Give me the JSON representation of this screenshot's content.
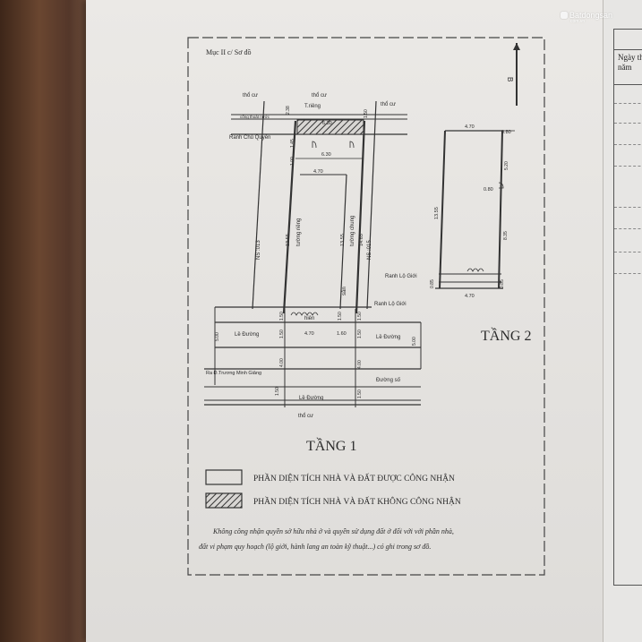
{
  "watermark": {
    "brand": "Batdongsan",
    "sub": "com.vn"
  },
  "section_title": "Mục II c/ Sơ đồ",
  "floor1": {
    "title": "TẦNG 1",
    "labels": {
      "tho_cu_left": "thổ cư",
      "tho_cu_mid": "thổ cư",
      "tho_cu_right": "thổ cư",
      "t_rieng": "T.riêng",
      "cong_thoat_nuoc": "cống thoát nước",
      "ranh_chu_quyen": "Ranh Chủ Quyền",
      "ns_left": "NS :013",
      "ns_right": "NS :015",
      "tuong_rieng": "tường riêng",
      "tuong_chung": "tường chung",
      "san": "sân",
      "hien": "hiên",
      "ranh_lo_gioi": "Ranh Lộ Giới",
      "le_duong_1": "Lề Đường",
      "le_duong_2": "Lề Đường",
      "ra_duong": "Ra Đ.Trương Minh Giảng",
      "duong_so": "Đường số",
      "le_duong_3": "Lề Đường",
      "tho_cu_bottom": "thổ cư"
    },
    "dims": {
      "d_238": "2.38",
      "d_630_top": "6.30",
      "d_150_top": "1.50",
      "d_145": "1.45",
      "d_100": "1.00",
      "d_630_b": "6.30",
      "d_470_top": "4.70",
      "d_1355_a": "13.55",
      "d_1355_b": "13.55",
      "d_1465": "14.65",
      "d_150_l": "1.50",
      "d_150_m": "1.50",
      "d_150_r": "1.50",
      "d_500_l": "5.00",
      "d_500_r": "5.00",
      "d_150_le_l": "1.50",
      "d_470_bot": "4.70",
      "d_160": "1.60",
      "d_150_le_r": "1.50",
      "d_400_l": "4.00",
      "d_400_r": "4.00",
      "d_150_b_l": "1.50",
      "d_150_b_r": "1.50"
    }
  },
  "floor2": {
    "title": "TẦNG 2",
    "labels": {
      "ranh_lo_gioi": "Ranh Lộ Giới"
    },
    "dims": {
      "d_470_top": "4.70",
      "d_080_top": "0.80",
      "d_520": "5.20",
      "d_080_mid": "0.80",
      "d_1355": "13.55",
      "d_835": "8.35",
      "d_085_l": "0.85",
      "d_085_r": "0.85",
      "d_470_bot": "4.70"
    }
  },
  "north_label": "B",
  "legend": {
    "recognized": "PHẦN DIỆN TÍCH NHÀ VÀ ĐẤT ĐƯỢC CÔNG NHẬN",
    "not_recognized": "PHẦN DIỆN TÍCH NHÀ VÀ ĐẤT KHÔNG CÔNG NHẬN"
  },
  "note": {
    "line1": "Không công nhận quyền sở hữu nhà ở và quyền sử dụng đất ở đối với với phần nhà,",
    "line2": "đất vi phạm quy hoạch (lộ giới, hành lang an toàn kỹ thuật...) có ghi trong sơ đồ."
  },
  "right_page": {
    "header_line1": "Ngày tha",
    "header_line2": "năm"
  },
  "colors": {
    "ink": "#2b2b2b",
    "paper": "#e4e2df",
    "wood": "#5a3c2a"
  }
}
